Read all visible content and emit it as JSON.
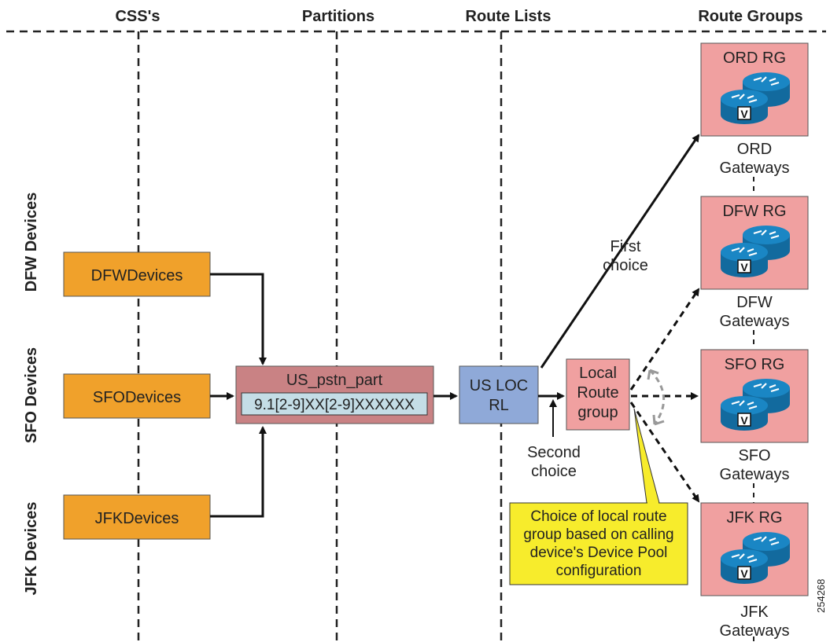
{
  "columns": {
    "css": "CSS's",
    "partitions": "Partitions",
    "route_lists": "Route Lists",
    "route_groups": "Route Groups"
  },
  "rows": {
    "dfw": "DFW Devices",
    "sfo": "SFO Devices",
    "jfk": "JFK Devices"
  },
  "css_boxes": {
    "dfw": "DFWDevices",
    "sfo": "SFODevices",
    "jfk": "JFKDevices"
  },
  "partition": {
    "name": "US_pstn_part",
    "pattern": "9.1[2-9]XX[2-9]XXXXXX"
  },
  "route_list": {
    "line1": "US LOC",
    "line2": "RL"
  },
  "local_route_group": {
    "line1": "Local",
    "line2": "Route",
    "line3": "group"
  },
  "labels": {
    "first_choice_1": "First",
    "first_choice_2": "choice",
    "second_choice_1": "Second",
    "second_choice_2": "choice"
  },
  "callout": {
    "line1": "Choice of local route",
    "line2": "group based on calling",
    "line3": "device's Device Pool",
    "line4": "configuration"
  },
  "route_groups": {
    "ord": {
      "title": "ORD RG",
      "gw1": "ORD",
      "gw2": "Gateways"
    },
    "dfw": {
      "title": "DFW RG",
      "gw1": "DFW",
      "gw2": "Gateways"
    },
    "sfo": {
      "title": "SFO RG",
      "gw1": "SFO",
      "gw2": "Gateways"
    },
    "jfk": {
      "title": "JFK RG",
      "gw1": "JFK",
      "gw2": "Gateways"
    }
  },
  "router_badge": "V",
  "figure_id": "254268",
  "colors": {
    "css_box": "#f0a12b",
    "partition_box": "#c98284",
    "pattern_box": "#c4dde6",
    "route_list_box": "#8fa9d8",
    "route_group_box": "#f0a0a0",
    "callout": "#f7ec2c",
    "router": "#1a86c4"
  }
}
